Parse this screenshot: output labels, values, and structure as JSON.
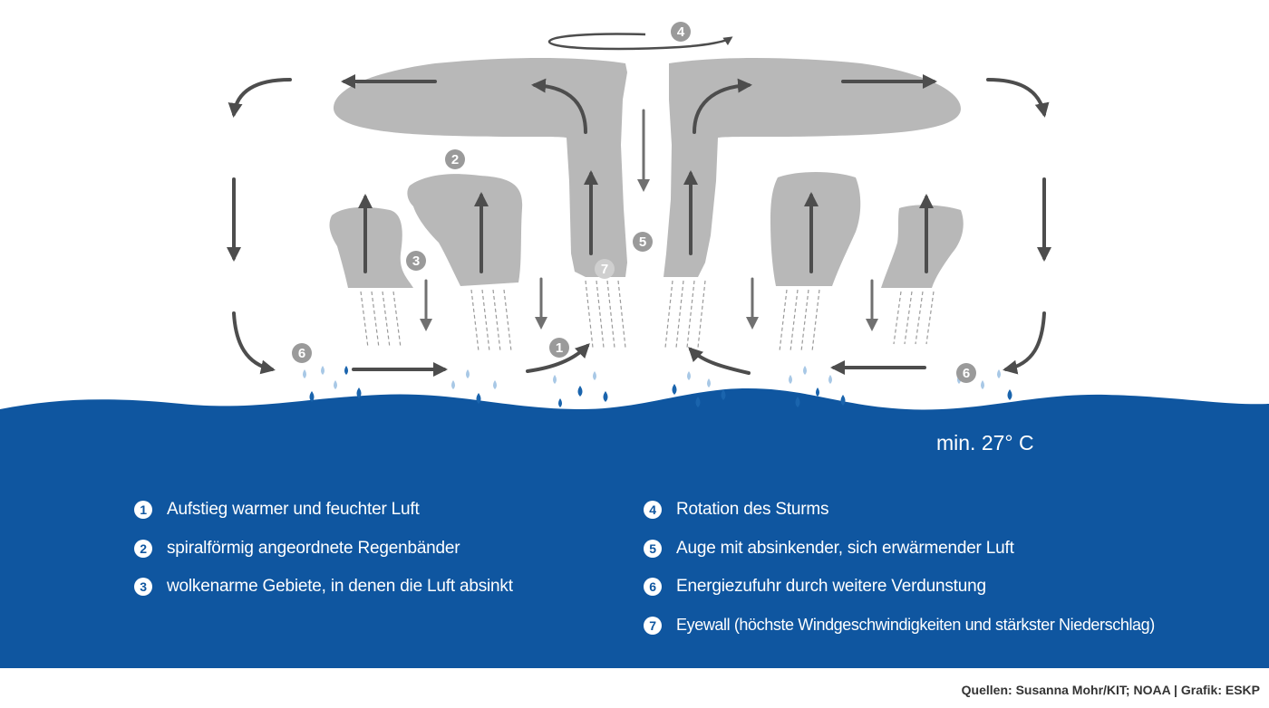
{
  "markers": {
    "m1": "1",
    "m2": "2",
    "m3": "3",
    "m4": "4",
    "m5": "5",
    "m6_left": "6",
    "m6_right": "6",
    "m7": "7"
  },
  "water_temperature": "min. 27° C",
  "legend": [
    {
      "num": "1",
      "text": "Aufstieg warmer und feuchter Luft"
    },
    {
      "num": "2",
      "text": "spiralförmig angeordnete Regenbänder"
    },
    {
      "num": "3",
      "text": "wolkenarme Gebiete, in denen die Luft absinkt"
    },
    {
      "num": "4",
      "text": "Rotation des Sturms"
    },
    {
      "num": "5",
      "text": "Auge mit absinkender, sich erwärmender Luft"
    },
    {
      "num": "6",
      "text": "Energiezufuhr durch weitere Verdunstung"
    },
    {
      "num": "7",
      "text": "Eyewall (höchste Windgeschwindigkeiten und stärkster Niederschlag)"
    }
  ],
  "source": "Quellen: Susanna Mohr/KIT; NOAA | Grafik: ESKP",
  "colors": {
    "ocean": "#0f56a0",
    "cloud": "#b8b8b8",
    "arrow": "#4d4d4d",
    "marker": "#9a9a9a",
    "drop_light": "#a8c8e6",
    "drop_dark": "#1a64ad",
    "background": "#ffffff"
  }
}
